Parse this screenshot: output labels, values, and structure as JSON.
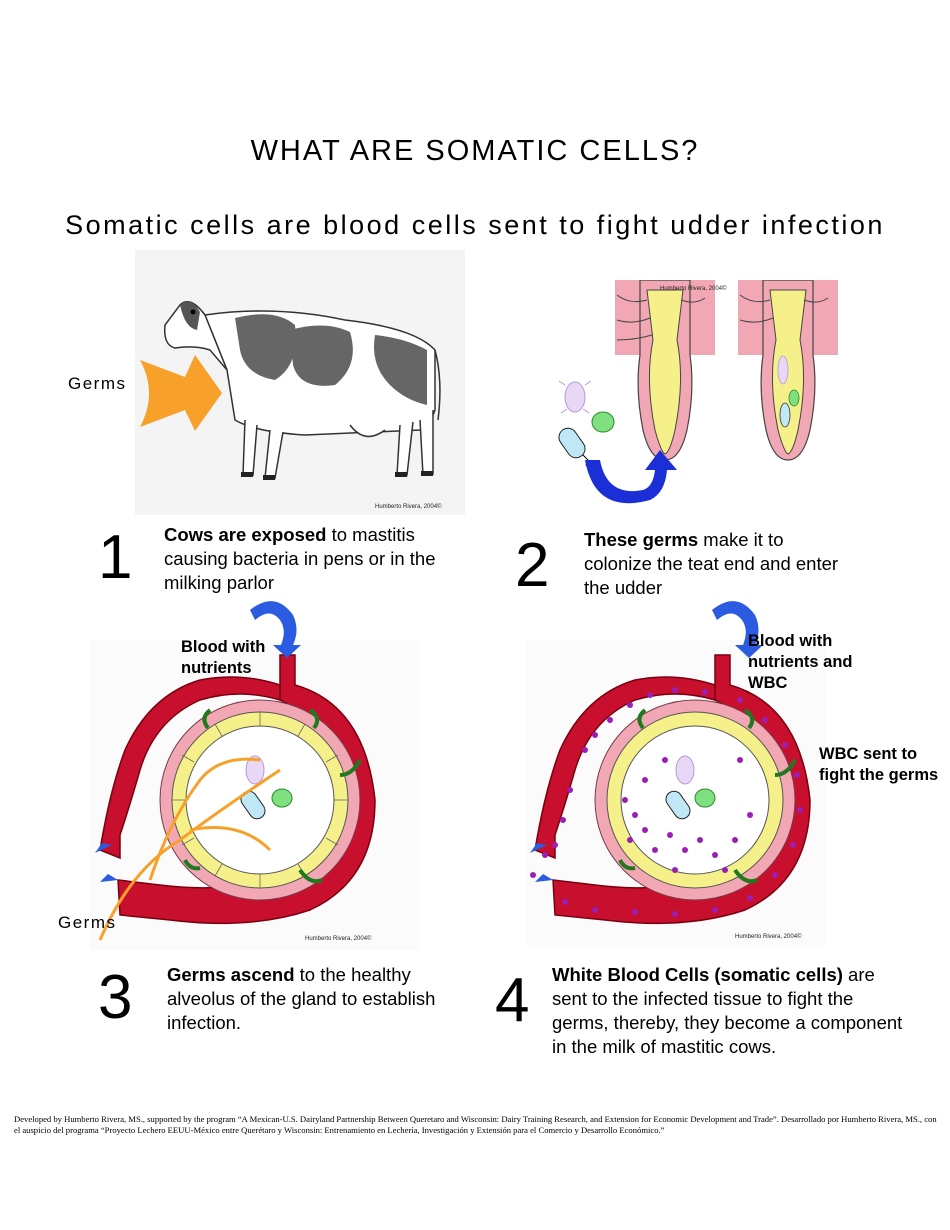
{
  "title": "WHAT ARE SOMATIC CELLS?",
  "subtitle": "Somatic cells are blood cells sent to fight udder infection",
  "panels": [
    {
      "number": "1",
      "bold": "Cows are exposed",
      "text": " to mastitis causing bacteria in pens or in the milking parlor",
      "germs_label": "Germs",
      "credit": "Humberto Rivera, 2004©"
    },
    {
      "number": "2",
      "bold": "These germs",
      "text": " make it to colonize the teat end and enter the udder",
      "credit": "Humberto Rivera, 2004©"
    },
    {
      "number": "3",
      "bold": "Germs ascend",
      "text": " to the healthy alveolus of the gland to establish infection.",
      "blood_label": "Blood with nutrients",
      "germs_label": "Germs",
      "credit": "Humberto Rivera, 2004©"
    },
    {
      "number": "4",
      "bold": "White Blood Cells (somatic cells)",
      "text": " are sent to the infected tissue to fight the germs, thereby, they become a component in the milk of mastitic cows.",
      "blood_label": "Blood with nutrients and WBC",
      "wbc_label": "WBC sent to fight the germs",
      "credit": "Humberto Rivera, 2004©"
    }
  ],
  "footer": "Developed by Humberto Rivera, MS., supported by the program “A Mexican-U.S. Dairyland Partnership Between Queretaro and Wisconsin: Dairy Training Research, and Extension for Economic Development and Trade”.  Desarrollado por Humberto Rivera, MS., con el auspicio del programa “Proyecto Lechero EEUU-México entre Querétaro y Wisconsin: Entrenamiento en Lechería, Investigación y Extensión para el Comercio  y Desarrollo Económico.”",
  "colors": {
    "arrow_orange": "#f7a12a",
    "arrow_blue": "#2a5be0",
    "vessel_red": "#c8102e",
    "tissue_pink": "#f2a7b4",
    "teat_yellow": "#f6f08a",
    "wbc_purple": "#9b1fb5",
    "green_arrow": "#1f7a1f"
  },
  "icons": [
    "cow-illustration",
    "germ-icon",
    "alveolus-diagram",
    "teat-diagram"
  ]
}
